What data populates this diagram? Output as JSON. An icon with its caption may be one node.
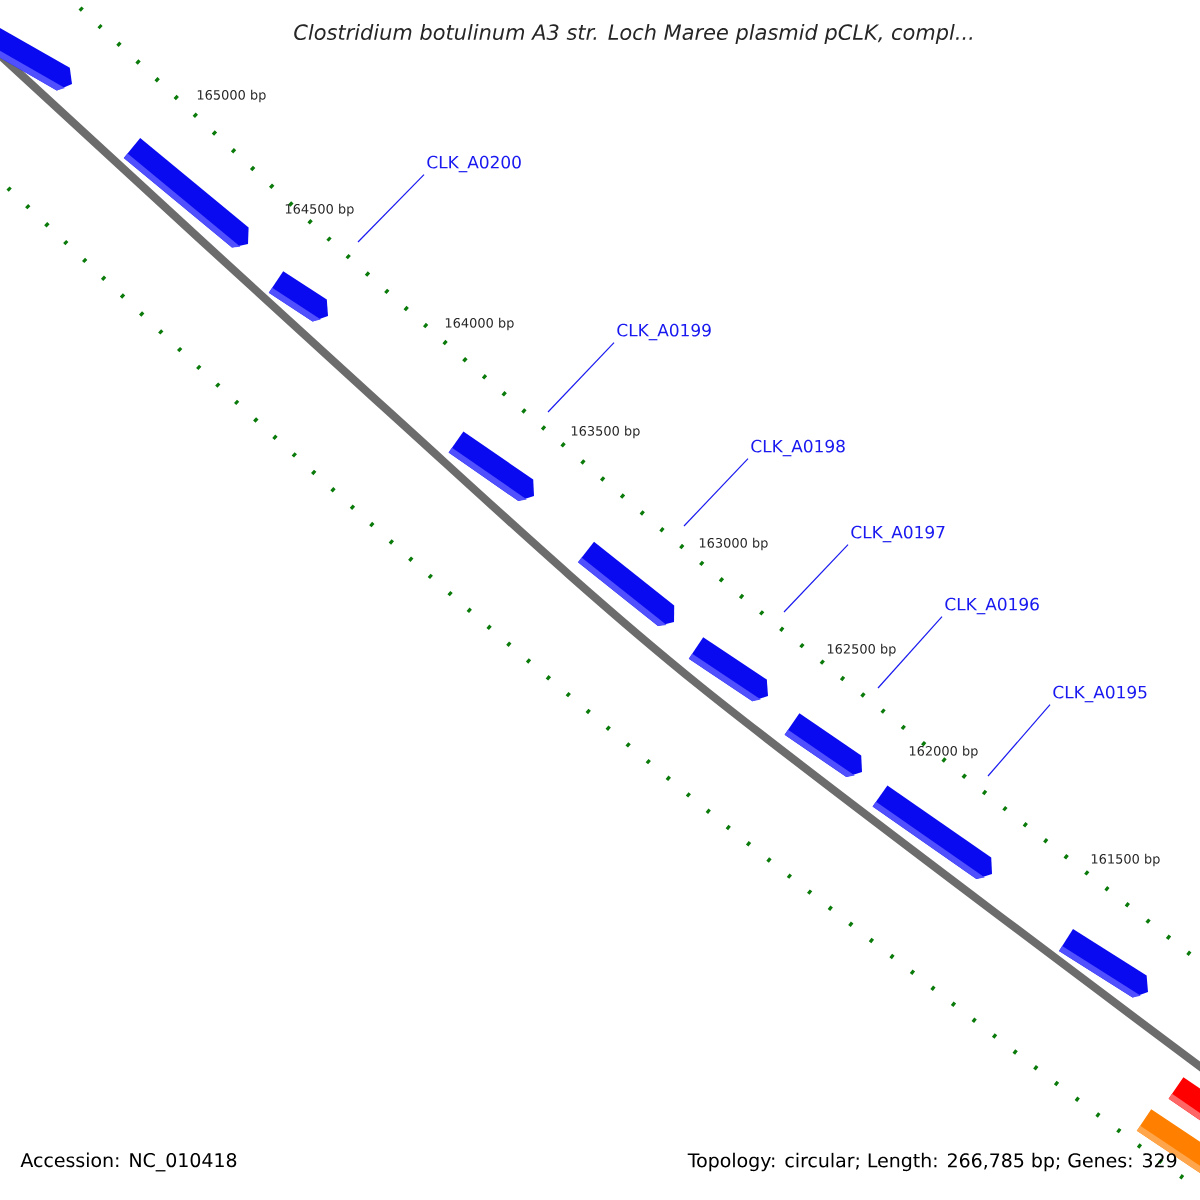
{
  "diagram": {
    "title": "Clostridium botulinum A3 str. Loch Maree plasmid pCLK, compl...",
    "nodes": [
      {
        "text": [
          "CLK_A0200"
        ]
      },
      {
        "text": [
          "CLK_A0199"
        ]
      },
      {
        "text": [
          "CLK_A0198"
        ]
      },
      {
        "text": [
          "CLK_A0197"
        ]
      },
      {
        "text": [
          "CLK_A0196"
        ]
      },
      {
        "text": [
          "CLK_A0195"
        ]
      }
    ],
    "edges": [
      {
        "from": 0,
        "to": null,
        "arrow": "none"
      },
      {
        "from": 1,
        "to": null,
        "arrow": "none"
      },
      {
        "from": 2,
        "to": null,
        "arrow": "none"
      },
      {
        "from": 3,
        "to": null,
        "arrow": "none"
      },
      {
        "from": 4,
        "to": null,
        "arrow": "none"
      },
      {
        "from": 5,
        "to": null,
        "arrow": "none"
      }
    ],
    "labels": [
      "165000 bp",
      "164500 bp",
      "164000 bp",
      "163500 bp",
      "163000 bp",
      "162500 bp",
      "162000 bp",
      "161500 bp",
      "Accession: NC_010418",
      "Topology: circular; Length: 266,785 bp; Genes: 329"
    ]
  }
}
